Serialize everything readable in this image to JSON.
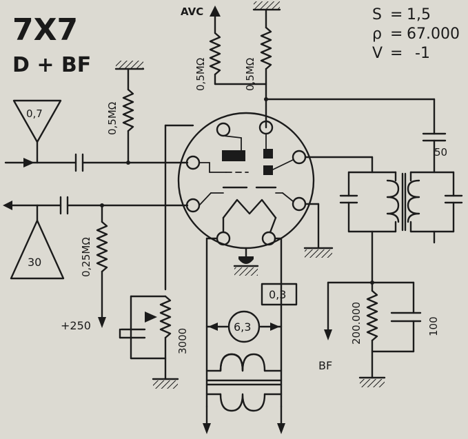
{
  "header": {
    "title": "7X7",
    "subtitle": "D + BF"
  },
  "specs": [
    {
      "symbol": "S",
      "eq": "=",
      "value": "1,5"
    },
    {
      "symbol": "ρ",
      "eq": "=",
      "value": "67.000"
    },
    {
      "symbol": "V",
      "eq": "=",
      "value": "-1"
    }
  ],
  "labels": {
    "avc": "AVC",
    "r_avc": "0,5MΩ",
    "r_plate": "0,5MΩ",
    "r_grid": "0,5MΩ",
    "r_load": "0,25MΩ",
    "r_cathode": "3000",
    "r_diode": "200.000",
    "cap_50": "50",
    "cap_100": "100",
    "input_triangle": "0,7",
    "output_triangle": "30",
    "b_plus": "+250",
    "heater_v": "6,3",
    "heater_a": "0,3",
    "bf": "BF"
  }
}
